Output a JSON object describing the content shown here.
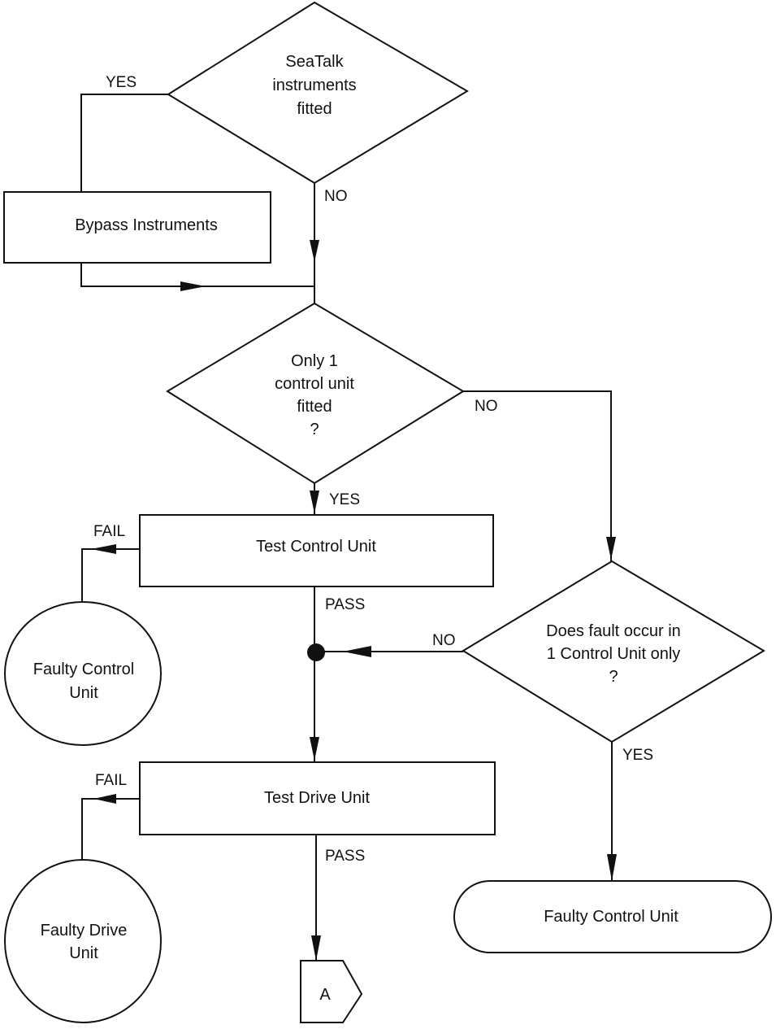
{
  "diagram": {
    "type": "flowchart",
    "nodes": {
      "seatalk_decision": {
        "lines": [
          "SeaTalk",
          "instruments",
          "fitted"
        ]
      },
      "bypass_instruments": {
        "lines": [
          "Bypass Instruments"
        ]
      },
      "only_one_control_decision": {
        "lines": [
          "Only 1",
          "control unit",
          "fitted",
          "?"
        ]
      },
      "test_control_unit": {
        "lines": [
          "Test Control Unit"
        ]
      },
      "faulty_control_unit_circle": {
        "lines": [
          "Faulty Control",
          "Unit"
        ]
      },
      "fault_one_control_decision": {
        "lines": [
          "Does fault occur in",
          "1 Control Unit only",
          "?"
        ]
      },
      "test_drive_unit": {
        "lines": [
          "Test Drive Unit"
        ]
      },
      "faulty_drive_unit_circle": {
        "lines": [
          "Faulty Drive",
          "Unit"
        ]
      },
      "faulty_control_unit_terminal": {
        "lines": [
          "Faulty Control Unit"
        ]
      },
      "connector_a": {
        "lines": [
          "A"
        ]
      }
    },
    "edge_labels": {
      "seatalk_yes": "YES",
      "seatalk_no": "NO",
      "only_one_no": "NO",
      "only_one_yes": "YES",
      "test_control_fail": "FAIL",
      "test_control_pass": "PASS",
      "fault_one_no": "NO",
      "fault_one_yes": "YES",
      "test_drive_fail": "FAIL",
      "test_drive_pass": "PASS"
    },
    "edges": [
      {
        "from": "seatalk_decision",
        "to": "bypass_instruments",
        "label": "YES"
      },
      {
        "from": "seatalk_decision",
        "to": "only_one_control_decision",
        "label": "NO"
      },
      {
        "from": "bypass_instruments",
        "to": "only_one_control_decision",
        "label": ""
      },
      {
        "from": "only_one_control_decision",
        "to": "test_control_unit",
        "label": "YES"
      },
      {
        "from": "only_one_control_decision",
        "to": "fault_one_control_decision",
        "label": "NO"
      },
      {
        "from": "test_control_unit",
        "to": "faulty_control_unit_circle",
        "label": "FAIL"
      },
      {
        "from": "test_control_unit",
        "to": "test_drive_unit",
        "label": "PASS"
      },
      {
        "from": "fault_one_control_decision",
        "to": "test_drive_unit",
        "label": "NO"
      },
      {
        "from": "fault_one_control_decision",
        "to": "faulty_control_unit_terminal",
        "label": "YES"
      },
      {
        "from": "test_drive_unit",
        "to": "faulty_drive_unit_circle",
        "label": "FAIL"
      },
      {
        "from": "test_drive_unit",
        "to": "connector_a",
        "label": "PASS"
      }
    ]
  }
}
